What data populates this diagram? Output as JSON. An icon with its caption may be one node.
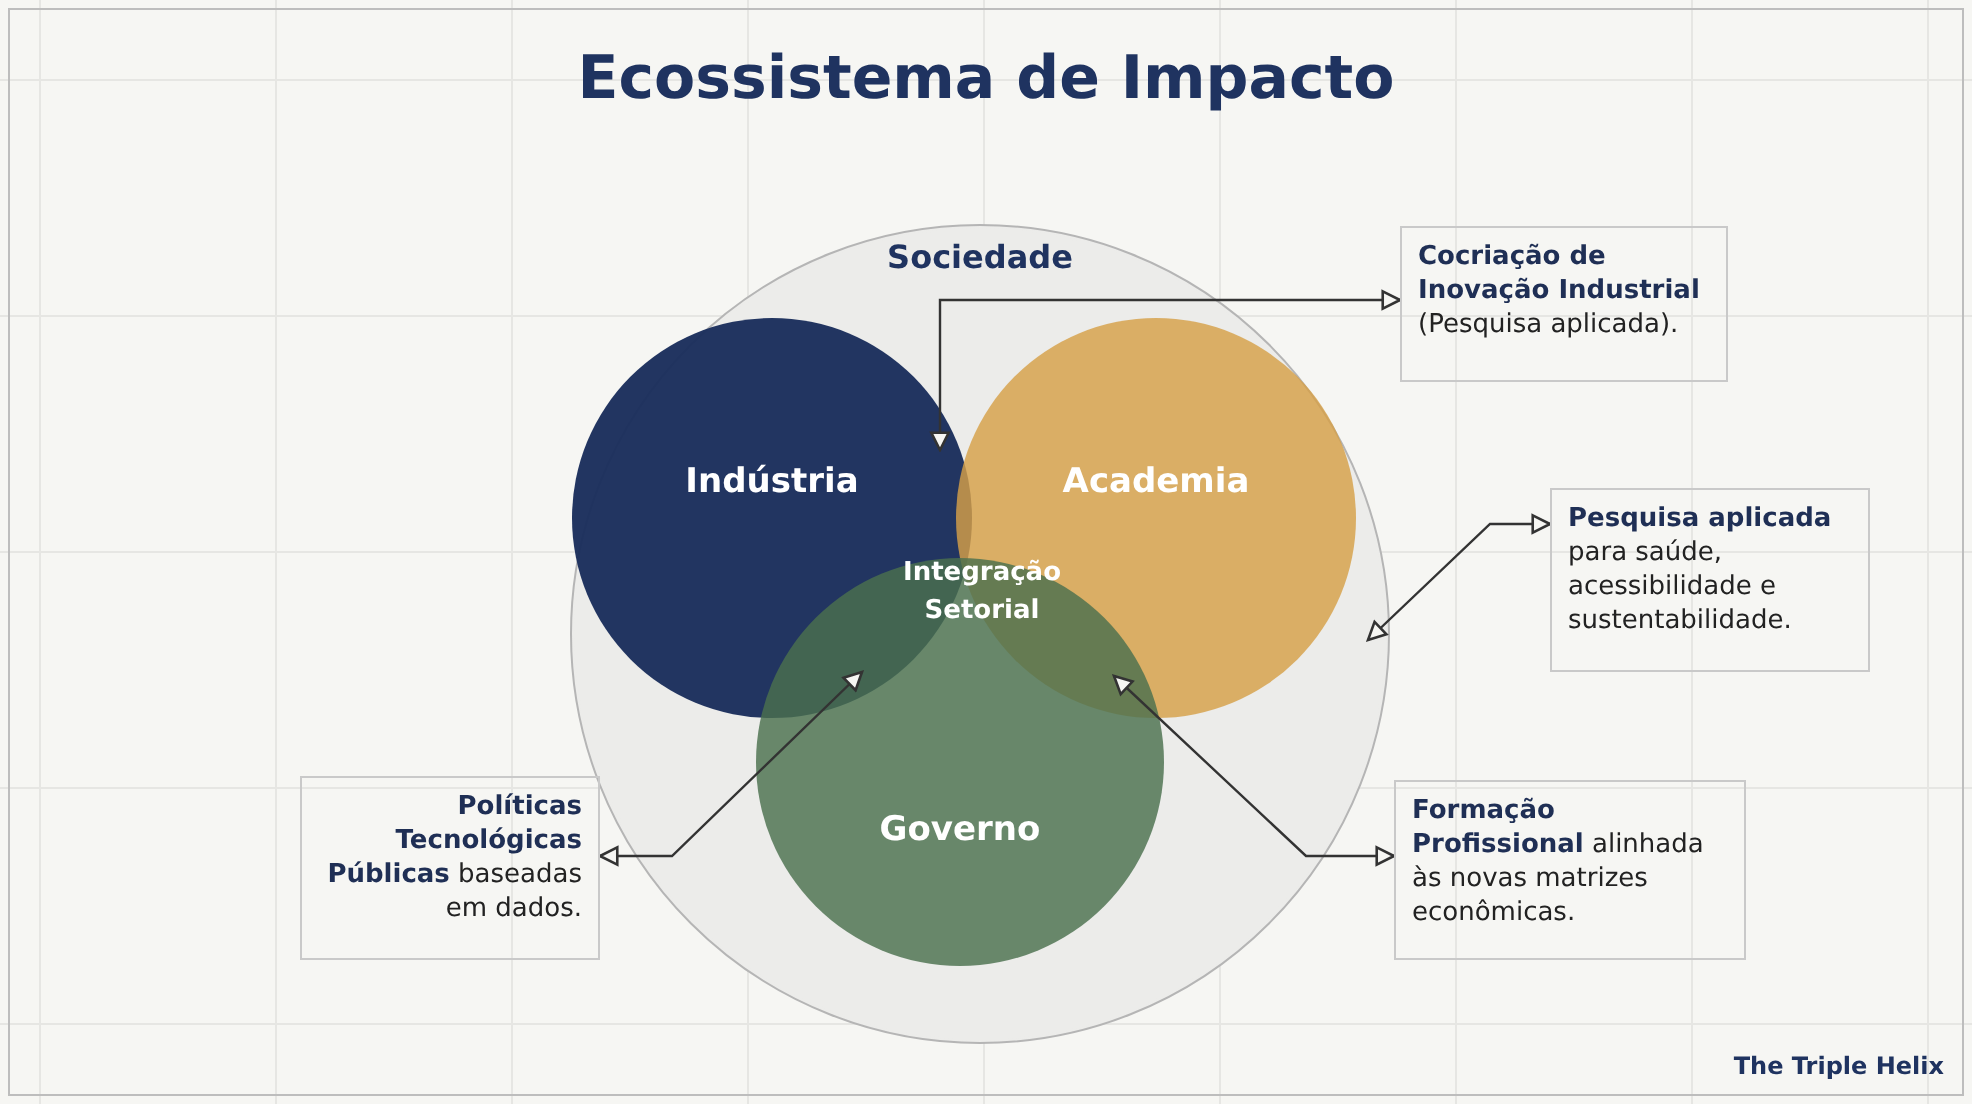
{
  "diagram": {
    "title": "Ecossistema de Impacto",
    "nodes": [
      {
        "text": [
          "Sociedade"
        ]
      },
      {
        "text": [
          "Indústria"
        ],
        "in": 0
      },
      {
        "text": [
          "Academia"
        ],
        "in": 0
      },
      {
        "text": [
          "Governo"
        ],
        "in": 0
      },
      {
        "text": [
          "Integração Setorial"
        ],
        "in": 3
      },
      {
        "text": [
          "**Cocriação de Inovação Industrial** (Pesquisa aplicada)."
        ]
      },
      {
        "text": [
          "**Pesquisa aplicada** para saúde, acessibilidade e sustentabilidade."
        ]
      },
      {
        "text": [
          "**Políticas Tecnológicas Públicas** baseadas em dados."
        ]
      },
      {
        "text": [
          "**Formação Profissional** alinhada às novas matrizes econômicas."
        ]
      }
    ],
    "edges": [
      {
        "from": 5,
        "to": 1,
        "arrow": "both"
      },
      {
        "from": 6,
        "to": 0,
        "arrow": "both"
      },
      {
        "from": 7,
        "to": 1,
        "arrow": "both"
      },
      {
        "from": 8,
        "to": 2,
        "arrow": "both"
      }
    ],
    "labels": [
      "The Triple Helix"
    ]
  }
}
